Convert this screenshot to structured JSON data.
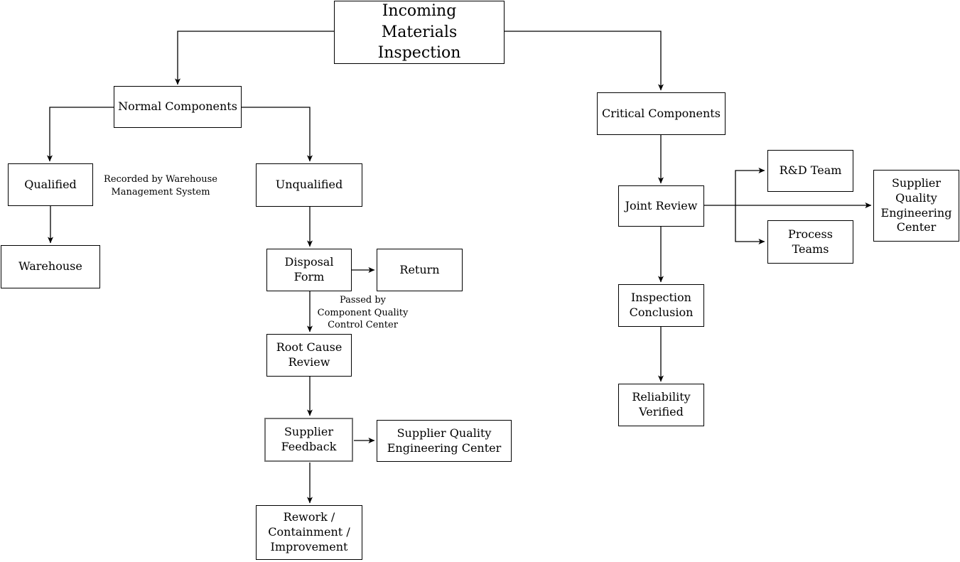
{
  "diagram": {
    "title": "Incoming Materials Inspection",
    "background_color": "#ffffff",
    "line_color": "#000000",
    "box_border_color": "#000000",
    "highlight_border_color": "#757575",
    "text_color": "#000000"
  },
  "nodes": {
    "title": {
      "label": "Incoming\nMaterials Inspection"
    },
    "normal_components": {
      "label": "Normal Components"
    },
    "critical_components": {
      "label": "Critical Components"
    },
    "qualified": {
      "label": "Qualified"
    },
    "unqualified": {
      "label": "Unqualified"
    },
    "warehouse": {
      "label": "Warehouse"
    },
    "disposal_form": {
      "label": "Disposal\nForm"
    },
    "return": {
      "label": "Return"
    },
    "root_cause_review": {
      "label": "Root Cause\nReview"
    },
    "supplier_feedback": {
      "label": "Supplier\nFeedback"
    },
    "sqec_left": {
      "label": "Supplier Quality\nEngineering Center"
    },
    "rework": {
      "label": "Rework /\nContainment /\nImprovement"
    },
    "joint_review": {
      "label": "Joint Review"
    },
    "rd_team": {
      "label": "R&D Team"
    },
    "process_teams": {
      "label": "Process\nTeams"
    },
    "sqec_right": {
      "label": "Supplier\nQuality\nEngineering\nCenter"
    },
    "inspection_conclusion": {
      "label": "Inspection\nConclusion"
    },
    "reliability_verified": {
      "label": "Reliability\nVerified"
    }
  },
  "annotations": {
    "warehouse_system": {
      "label": "Recorded by Warehouse\nManagement System"
    },
    "quality_control": {
      "label": "Passed by\nComponent Quality\nControl Center"
    }
  },
  "edges": [
    {
      "from": "Incoming Materials Inspection",
      "to": "Normal Components"
    },
    {
      "from": "Incoming Materials Inspection",
      "to": "Critical Components"
    },
    {
      "from": "Normal Components",
      "to": "Qualified"
    },
    {
      "from": "Normal Components",
      "to": "Unqualified"
    },
    {
      "from": "Qualified",
      "to": "Warehouse"
    },
    {
      "from": "Unqualified",
      "to": "Disposal Form"
    },
    {
      "from": "Disposal Form",
      "to": "Return"
    },
    {
      "from": "Disposal Form",
      "to": "Root Cause Review"
    },
    {
      "from": "Root Cause Review",
      "to": "Supplier Feedback"
    },
    {
      "from": "Supplier Feedback",
      "to": "Supplier Quality Engineering Center"
    },
    {
      "from": "Supplier Feedback",
      "to": "Rework / Containment / Improvement"
    },
    {
      "from": "Critical Components",
      "to": "Joint Review"
    },
    {
      "from": "Joint Review",
      "to": "R&D Team"
    },
    {
      "from": "Joint Review",
      "to": "Process Teams"
    },
    {
      "from": "Joint Review",
      "to": "Supplier Quality Engineering Center"
    },
    {
      "from": "Joint Review",
      "to": "Inspection Conclusion"
    },
    {
      "from": "Inspection Conclusion",
      "to": "Reliability Verified"
    }
  ]
}
